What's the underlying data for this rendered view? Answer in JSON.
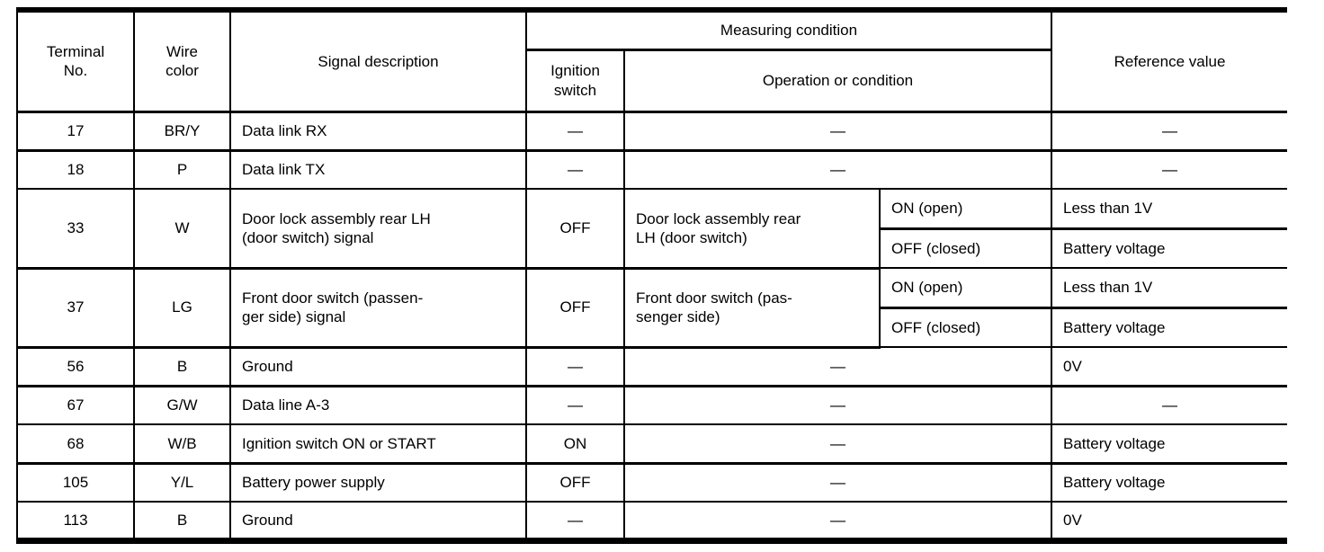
{
  "table": {
    "header": {
      "terminal_no": "Terminal\nNo.",
      "wire_color": "Wire\ncolor",
      "signal_description": "Signal description",
      "measuring_condition": "Measuring condition",
      "ignition_switch": "Ignition\nswitch",
      "operation_or_condition": "Operation or condition",
      "reference_value": "Reference value"
    },
    "rows": [
      {
        "terminal": "17",
        "wire": "BR/Y",
        "signal": "Data link RX",
        "ignition": "—",
        "operation": "—",
        "reference": "—"
      },
      {
        "terminal": "18",
        "wire": "P",
        "signal": "Data link TX",
        "ignition": "—",
        "operation": "—",
        "reference": "—"
      },
      {
        "terminal": "33",
        "wire": "W",
        "signal": "Door lock assembly rear LH\n(door switch) signal",
        "ignition": "OFF",
        "operation": "Door lock assembly rear\nLH (door switch)",
        "sub": [
          {
            "state": "ON (open)",
            "reference": "Less than 1V"
          },
          {
            "state": "OFF (closed)",
            "reference": "Battery voltage"
          }
        ]
      },
      {
        "terminal": "37",
        "wire": "LG",
        "signal": "Front door switch (passen-\nger side) signal",
        "ignition": "OFF",
        "operation": "Front door switch (pas-\nsenger side)",
        "sub": [
          {
            "state": "ON (open)",
            "reference": "Less than 1V"
          },
          {
            "state": "OFF (closed)",
            "reference": "Battery voltage"
          }
        ]
      },
      {
        "terminal": "56",
        "wire": "B",
        "signal": "Ground",
        "ignition": "—",
        "operation": "—",
        "reference": "0V"
      },
      {
        "terminal": "67",
        "wire": "G/W",
        "signal": "Data line A-3",
        "ignition": "—",
        "operation": "—",
        "reference": "—"
      },
      {
        "terminal": "68",
        "wire": "W/B",
        "signal": "Ignition switch ON or START",
        "ignition": "ON",
        "operation": "—",
        "reference": "Battery voltage"
      },
      {
        "terminal": "105",
        "wire": "Y/L",
        "signal": "Battery power supply",
        "ignition": "OFF",
        "operation": "—",
        "reference": "Battery voltage"
      },
      {
        "terminal": "113",
        "wire": "B",
        "signal": "Ground",
        "ignition": "—",
        "operation": "—",
        "reference": "0V"
      }
    ]
  }
}
